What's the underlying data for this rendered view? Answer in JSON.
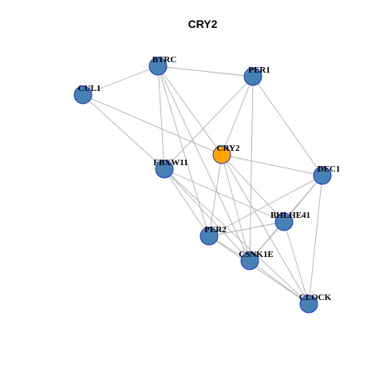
{
  "title": "CRY2",
  "colors": {
    "background": "#ffffff",
    "edge": "#b0b0b0",
    "node_fill": "#4682b4",
    "node_stroke": "#2233cc",
    "focus_fill": "#ffa500"
  },
  "nodes": [
    {
      "id": "CRY2",
      "label": "CRY2",
      "focus": true
    },
    {
      "id": "BTRC",
      "label": "BTRC"
    },
    {
      "id": "PER1",
      "label": "PER1"
    },
    {
      "id": "CUL1",
      "label": "CUL1"
    },
    {
      "id": "FBXW11",
      "label": "FBXW11"
    },
    {
      "id": "DEC1",
      "label": "DEC1"
    },
    {
      "id": "BHLHE41",
      "label": "BHLHE41"
    },
    {
      "id": "PER2",
      "label": "PER2"
    },
    {
      "id": "CSNK1E",
      "label": "CSNK1E"
    },
    {
      "id": "CLOCK",
      "label": "CLOCK"
    }
  ],
  "edges": [
    [
      "BTRC",
      "CUL1"
    ],
    [
      "BTRC",
      "PER1"
    ],
    [
      "BTRC",
      "CRY2"
    ],
    [
      "BTRC",
      "FBXW11"
    ],
    [
      "BTRC",
      "PER2"
    ],
    [
      "BTRC",
      "CSNK1E"
    ],
    [
      "CUL1",
      "FBXW11"
    ],
    [
      "CUL1",
      "CRY2"
    ],
    [
      "PER1",
      "FBXW11"
    ],
    [
      "PER1",
      "CRY2"
    ],
    [
      "PER1",
      "DEC1"
    ],
    [
      "PER1",
      "CSNK1E"
    ],
    [
      "CRY2",
      "DEC1"
    ],
    [
      "CRY2",
      "PER2"
    ],
    [
      "CRY2",
      "CSNK1E"
    ],
    [
      "CRY2",
      "CLOCK"
    ],
    [
      "CRY2",
      "BHLHE41"
    ],
    [
      "FBXW11",
      "BHLHE41"
    ],
    [
      "FBXW11",
      "PER2"
    ],
    [
      "FBXW11",
      "CSNK1E"
    ],
    [
      "FBXW11",
      "CLOCK"
    ],
    [
      "DEC1",
      "PER2"
    ],
    [
      "DEC1",
      "CSNK1E"
    ],
    [
      "DEC1",
      "CLOCK"
    ],
    [
      "DEC1",
      "BHLHE41"
    ],
    [
      "BHLHE41",
      "PER2"
    ],
    [
      "BHLHE41",
      "CSNK1E"
    ],
    [
      "BHLHE41",
      "CLOCK"
    ],
    [
      "PER2",
      "CSNK1E"
    ],
    [
      "PER2",
      "CLOCK"
    ],
    [
      "CSNK1E",
      "CLOCK"
    ]
  ]
}
